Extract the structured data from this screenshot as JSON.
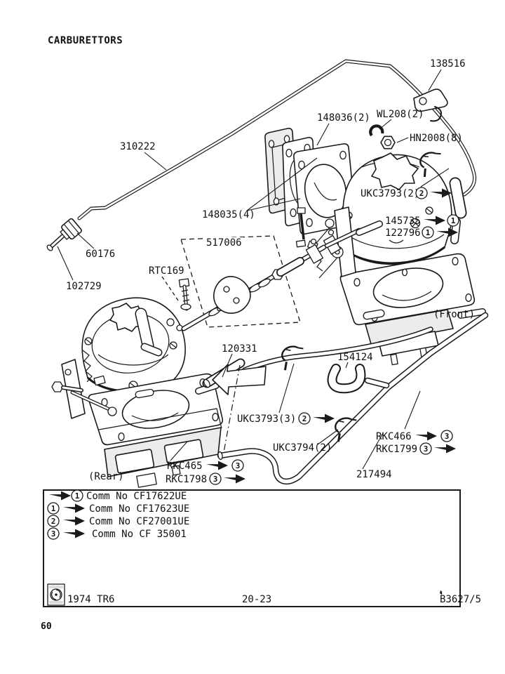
{
  "page": {
    "title": "CARBURETTORS",
    "page_number": "60"
  },
  "diagram": {
    "labels": {
      "l138516": {
        "text": "138516"
      },
      "l310222": {
        "text": "310222"
      },
      "l148036": {
        "text": "148036(2)"
      },
      "wl208": {
        "text": "WL208(2)"
      },
      "hn2008": {
        "text": "HN2008(8)"
      },
      "ukc3793_2": {
        "text": "UKC3793(2)",
        "badge": "2"
      },
      "l148035": {
        "text": "148035(4)"
      },
      "l145735": {
        "text": "145735",
        "badge": "1"
      },
      "l122796": {
        "text": "122796",
        "badge": "1"
      },
      "l60176": {
        "text": "60176"
      },
      "l102729": {
        "text": "102729"
      },
      "l517006": {
        "text": "517006"
      },
      "rtc169": {
        "text": "RTC169"
      },
      "front": {
        "text": "(Front)"
      },
      "l120331": {
        "text": "120331"
      },
      "l154124": {
        "text": "154124"
      },
      "ukc3793_3": {
        "text": "UKC3793(3)",
        "badge": "2"
      },
      "ukc3794": {
        "text": "UKC3794(2)"
      },
      "rkc466": {
        "text": "RKC466",
        "badge": "3"
      },
      "rkc1799": {
        "text": "RKC1799",
        "badge": "3"
      },
      "rkc465": {
        "text": "RKC465",
        "badge": "3"
      },
      "rkc1798": {
        "text": "RKC1798",
        "badge": "3"
      },
      "l217494": {
        "text": "217494"
      },
      "rear": {
        "text": "(Rear)"
      }
    },
    "legend": {
      "rows": [
        {
          "badge": "1",
          "text": "Comm No CF17622UE",
          "arrow_first": true
        },
        {
          "badge": "1",
          "text": "Comm No CF17623UE",
          "arrow_first": false
        },
        {
          "badge": "2",
          "text": "Comm No CF27001UE",
          "arrow_first": false
        },
        {
          "badge": "3",
          "text": "Comm No CF 35001",
          "arrow_first": false
        }
      ]
    },
    "footer": {
      "model_year": "1974 TR6",
      "page_ref": "20-23",
      "plate_ref": "B3627/5",
      "logo": "british-leyland-logo"
    }
  },
  "colors": {
    "ink": "#1a1a1a",
    "paper": "#ffffff"
  }
}
